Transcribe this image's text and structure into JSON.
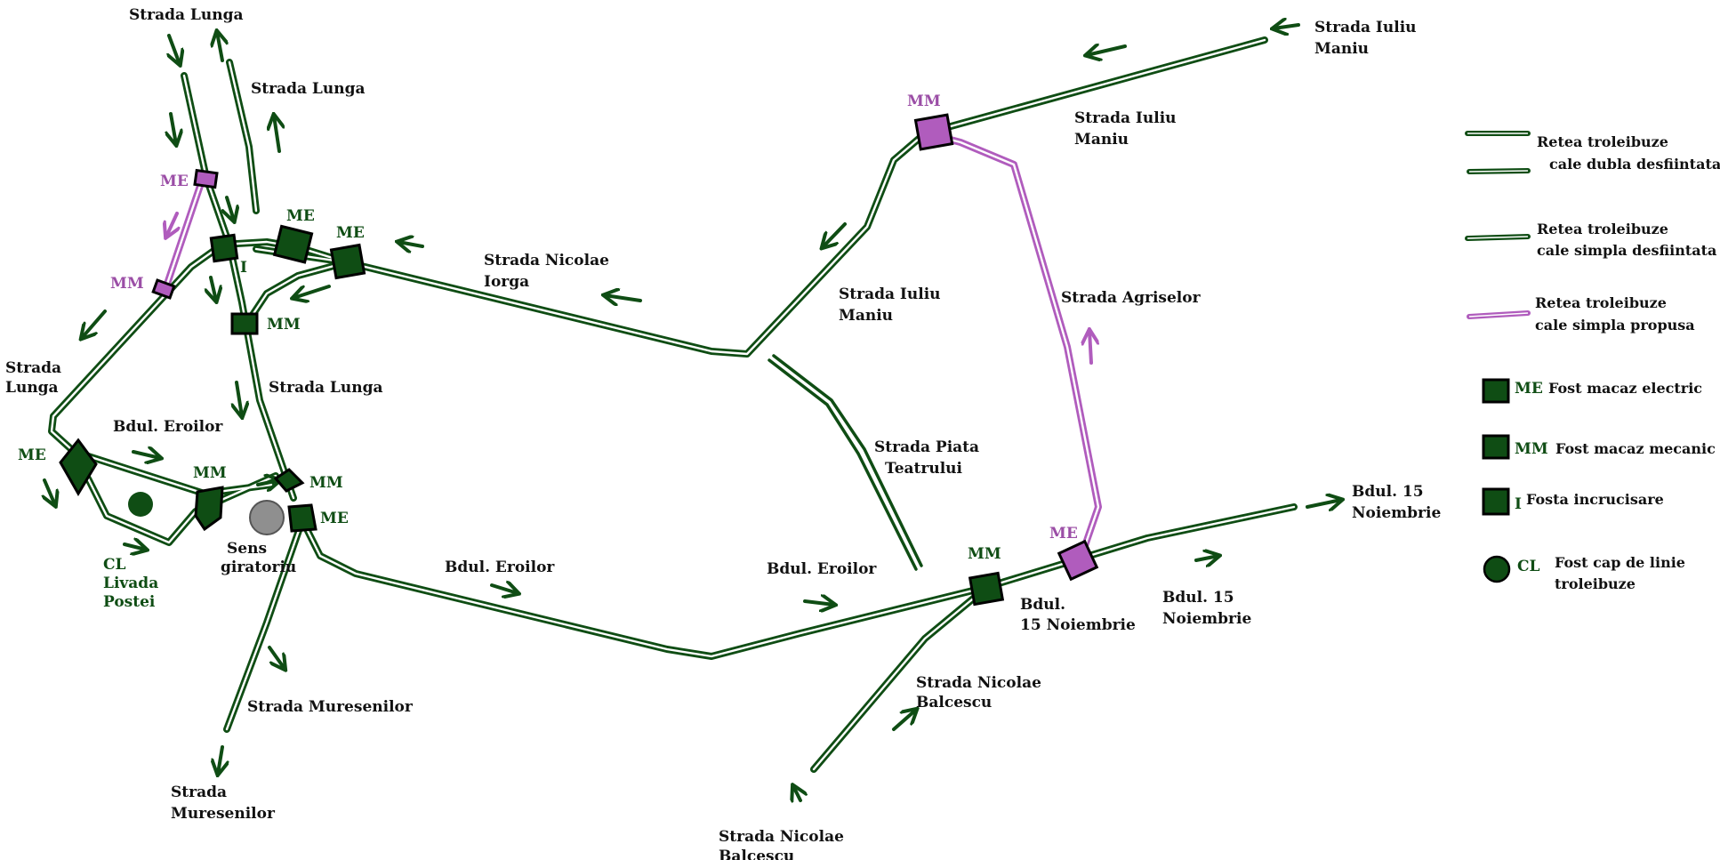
{
  "colors": {
    "line": "#0f4d14",
    "proposed": "#b05cbd",
    "node_fill": "#0f4d14",
    "node_purple": "#b05cbd",
    "roundabout": "#8f8f8f",
    "text": "#111111"
  },
  "streets": {
    "lunga_top_left": "Strada Lunga",
    "lunga_top_right": "Strada Lunga",
    "lunga_left": [
      "Strada",
      "Lunga"
    ],
    "lunga_mid": "Strada Lunga",
    "iorga": [
      "Strada Nicolae",
      "Iorga"
    ],
    "maniu_top": [
      "Strada Iuliu",
      "Maniu"
    ],
    "maniu_mid": [
      "Strada Iuliu",
      "Maniu"
    ],
    "maniu_low": [
      "Strada Iuliu",
      "Maniu"
    ],
    "agriselor": "Strada Agriselor",
    "piata_teatrului": [
      "Strada Piata",
      "Teatrului"
    ],
    "eroilor_left": "Bdul. Eroilor",
    "eroilor_mid": "Bdul. Eroilor",
    "eroilor_right": "Bdul. Eroilor",
    "b15_top": [
      "Bdul. 15",
      "Noiembrie"
    ],
    "b15_mid": [
      "Bdul. 15",
      "Noiembrie"
    ],
    "b15_low": [
      "Bdul.",
      "15 Noiembrie"
    ],
    "balcescu_mid": [
      "Strada Nicolae",
      "Balcescu"
    ],
    "balcescu_bottom": [
      "Strada Nicolae",
      "Balcescu"
    ],
    "muresenilor_mid": "Strada Muresenilor",
    "muresenilor_bottom": [
      "Strada",
      "Muresenilor"
    ],
    "sens_giratoriu": [
      "Sens",
      "giratoriu"
    ],
    "cl_livada": [
      "CL",
      "Livada",
      "Postei"
    ]
  },
  "nodes": [
    {
      "code": "ME",
      "color": "purple"
    },
    {
      "code": "MM",
      "color": "purple"
    },
    {
      "code": "I",
      "color": "green"
    },
    {
      "code": "ME",
      "color": "green"
    },
    {
      "code": "ME",
      "color": "green"
    },
    {
      "code": "MM",
      "color": "green"
    },
    {
      "code": "MM",
      "color": "purple"
    },
    {
      "code": "ME",
      "color": "green"
    },
    {
      "code": "MM",
      "color": "green"
    },
    {
      "code": "MM",
      "color": "green"
    },
    {
      "code": "ME",
      "color": "green"
    },
    {
      "code": "MM",
      "color": "green"
    },
    {
      "code": "ME",
      "color": "purple"
    }
  ],
  "legend": {
    "double": [
      "Retea troleibuze",
      "cale dubla desfiintata"
    ],
    "single": [
      "Retea troleibuze",
      "cale simpla desfiintata"
    ],
    "proposed": [
      "Retea troleibuze",
      "cale simpla propusa"
    ],
    "me": {
      "code": "ME",
      "label": "Fost macaz electric"
    },
    "mm": {
      "code": "MM",
      "label": "Fost macaz mecanic"
    },
    "i": {
      "code": "I",
      "label": "Fosta incrucisare"
    },
    "cl": {
      "code": "CL",
      "label": [
        "Fost cap de linie",
        "troleibuze"
      ]
    }
  }
}
